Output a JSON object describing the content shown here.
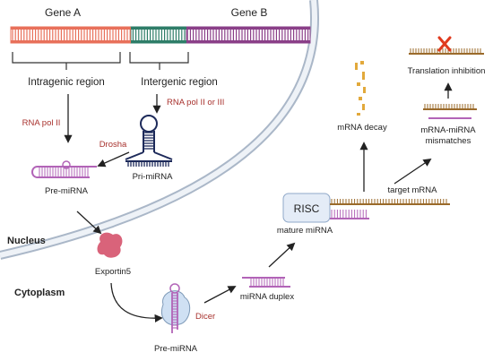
{
  "genes": {
    "gene_a": "Gene A",
    "gene_b": "Gene B"
  },
  "regions": {
    "intragenic": "Intragenic region",
    "intergenic": "Intergenic region"
  },
  "enzymes": {
    "rna_pol_ii": "RNA pol II",
    "rna_pol_ii_or_iii": "RNA pol II or III",
    "drosha": "Drosha",
    "dicer": "Dicer"
  },
  "molecules": {
    "pri_mirna": "Pri-miRNA",
    "pre_mirna_nucleus": "Pre-miRNA",
    "pre_mirna_cytoplasm": "Pre-miRNA",
    "mirna_duplex": "miRNA duplex",
    "mature_mirna": "mature miRNA",
    "target_mrna": "target mRNA",
    "risc": "RISC",
    "exportin": "Exportin5"
  },
  "compartments": {
    "nucleus": "Nucleus",
    "cytoplasm": "Cytoplasm"
  },
  "outcomes": {
    "mrna_decay": "mRNA decay",
    "mismatches_line1": "mRNA-miRNA",
    "mismatches_line2": "mismatches",
    "translation_inhibition": "Translation inhibition"
  },
  "colors": {
    "gene_a_stripe": "#e8705a",
    "intergenic_stripe": "#2e7d68",
    "gene_b_stripe": "#8a3f88",
    "mirna": "#b264b7",
    "mrna": "#9a6a2a",
    "exportin": "#d9637a",
    "risc_fill": "#e4ecf7",
    "red_label": "#a8322e",
    "inhibit_x": "#e03a1e",
    "decay_fragment": "#e2a93b"
  }
}
